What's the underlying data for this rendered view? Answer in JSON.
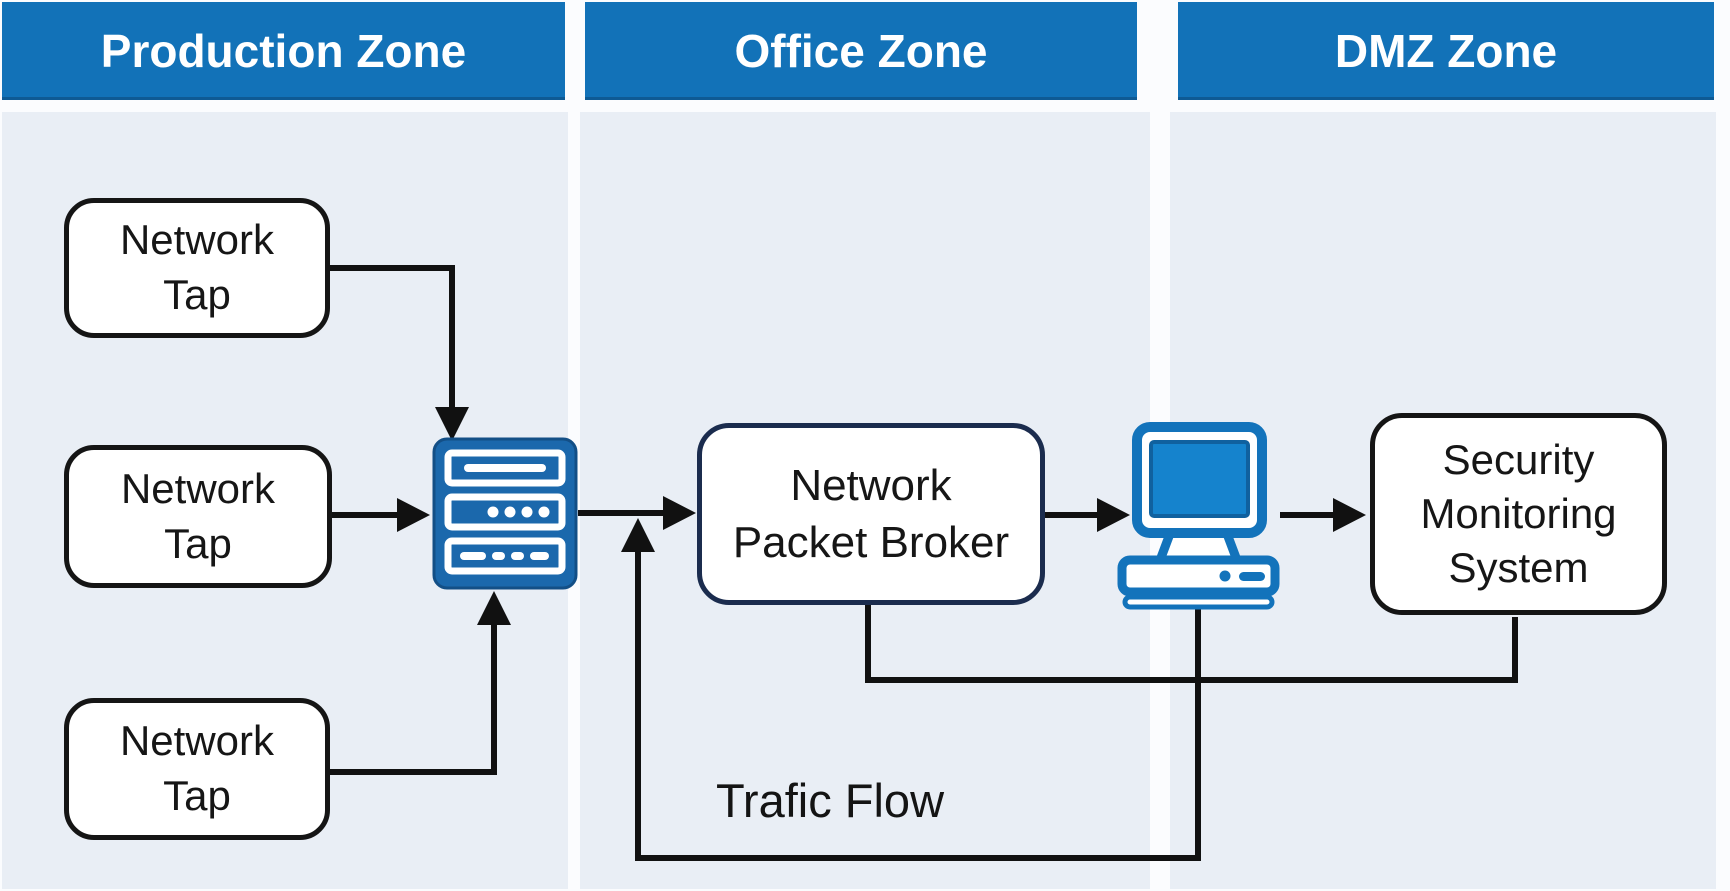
{
  "zones": [
    {
      "label": "Production Zone"
    },
    {
      "label": "Office Zone"
    },
    {
      "label": "DMZ Zone"
    }
  ],
  "nodes": {
    "taps": [
      {
        "line1": "Network",
        "line2": "Tap"
      },
      {
        "line1": "Network",
        "line2": "Tap"
      },
      {
        "line1": "Network",
        "line2": "Tap"
      }
    ],
    "packet_broker": {
      "line1": "Network",
      "line2": "Packet Broker"
    },
    "security_monitoring": {
      "line1": "Security",
      "line2": "Monitoring",
      "line3": "System"
    }
  },
  "labels": {
    "traffic_flow": "Trafic Flow"
  },
  "icons": {
    "aggregator": "server-rack-icon",
    "monitoring_station": "desktop-computer-icon"
  },
  "colors": {
    "header_blue": "#1272B8",
    "column_bg": "#E9EEF5",
    "page_bg": "#FBFCFE",
    "icon_blue": "#1B68AC",
    "icon_blue_dark": "#134F86",
    "computer_blue": "#1373BB",
    "screen_blue": "#1583CD",
    "broker_border": "#1B2C4E",
    "line_black": "#111111",
    "header_text": "#FFFFFF"
  }
}
